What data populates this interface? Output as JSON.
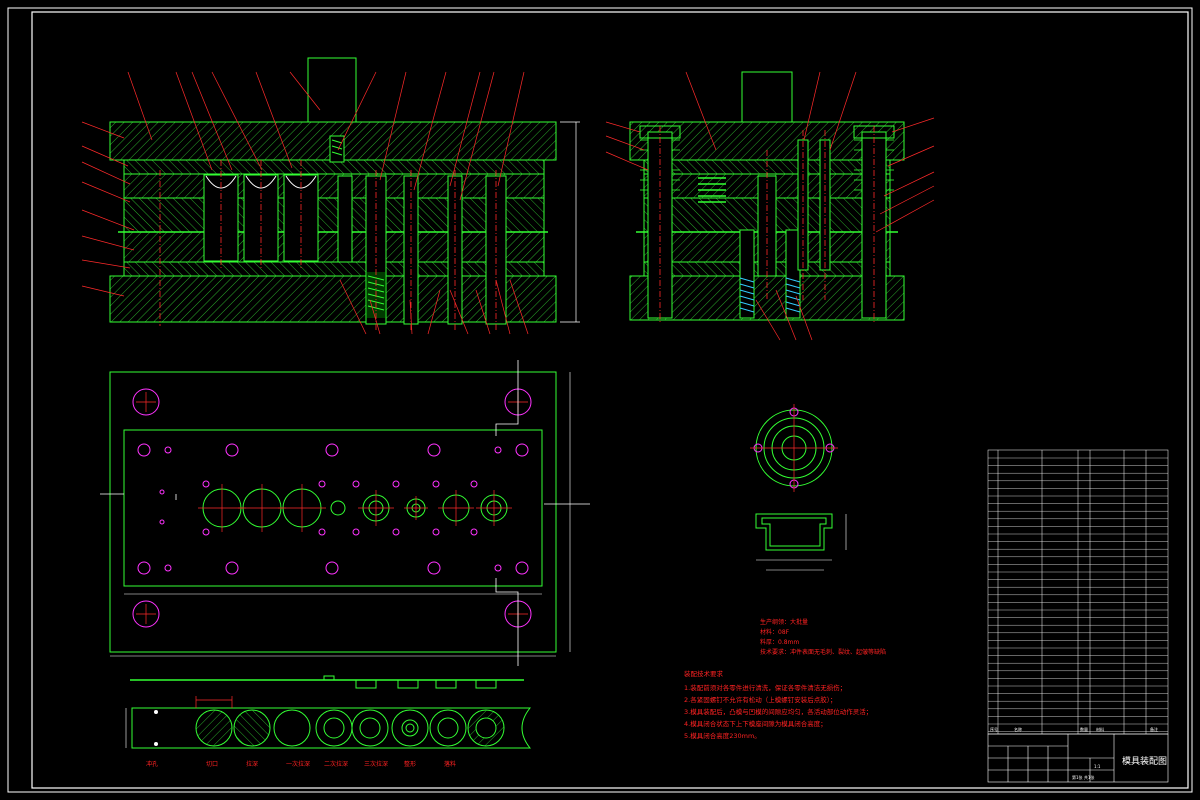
{
  "drawing": {
    "title": "模具装配图",
    "sheet": "第1张 共1张",
    "scale": "1:1"
  },
  "tech_requirements": {
    "heading": "装配技术要求",
    "items": [
      "1.装配前须对各零件进行清洗，保证各零件清洁无损伤；",
      "2.各紧固螺钉不允许有松动（上模螺钉安装后点胶）；",
      "3.模具装配后，凸模与凹模的间隙应均匀，各活动部位动作灵活；",
      "4.模具闭合状态下上下模座间隙为模具闭合高度；",
      "5.模具闭合高度230mm。"
    ]
  },
  "product_notes": [
    "生产纲领：大批量",
    "材料：08F",
    "料厚：0.8mm",
    "技术要求：冲件表面无毛刺、裂纹、起皱等缺陷"
  ],
  "strip_labels": [
    "冲孔",
    "切口",
    "拉深",
    "一次拉深",
    "二次拉深",
    "三次拉深",
    "整形",
    "落料"
  ],
  "bom_header": [
    "序号",
    "名称",
    "数量",
    "材料",
    "备注"
  ],
  "colors": {
    "border": "#ffffff",
    "outline": "#33ff33",
    "center": "#ff2a2a",
    "hole": "#ff33ff",
    "spring": "#33ff33"
  }
}
